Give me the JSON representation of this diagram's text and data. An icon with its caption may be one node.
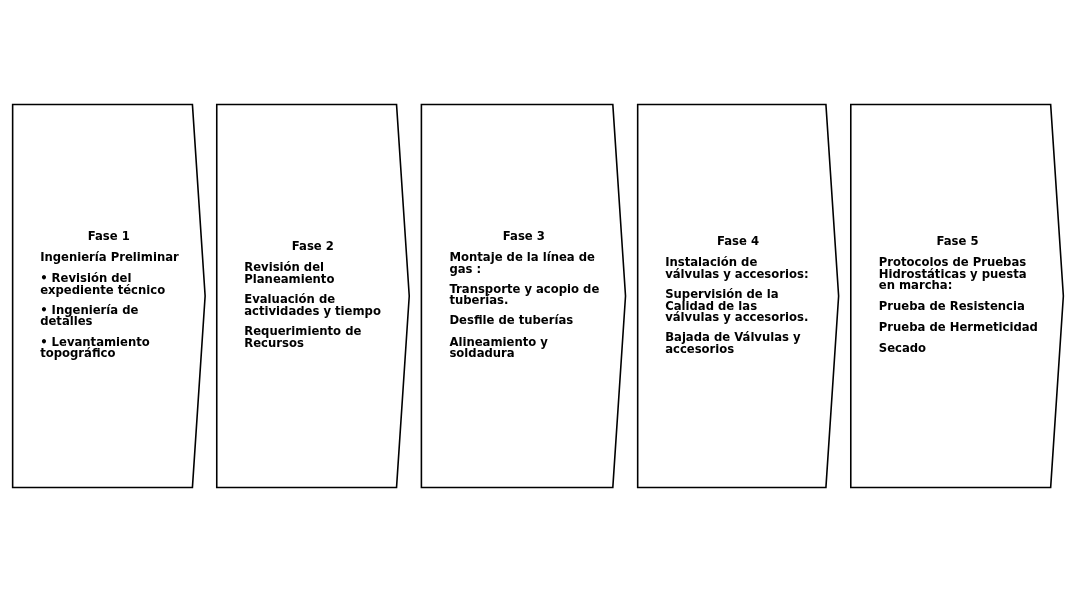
{
  "diagram": {
    "nodes": [
      {
        "text": [
          "Fase 1",
          "Ingeniería Preliminar",
          "• Revisión del expediente técnico",
          "• Ingeniería de detalles",
          "• Levantamiento topográfico"
        ]
      },
      {
        "text": [
          "Fase 2",
          "Revisión del Planeamiento",
          "Evaluación de actividades y tiempo",
          "Requerimiento de Recursos"
        ]
      },
      {
        "text": [
          "Fase 3",
          "Montaje de la línea de gas :",
          "Transporte y acopio de tuberías.",
          "Desfile de tuberías",
          "Alineamiento y soldadura"
        ]
      },
      {
        "text": [
          "Fase 4",
          "Instalación de válvulas y accesorios:",
          "Supervisión de la Calidad de las válvulas y accesorios.",
          "Bajada de Válvulas y accesorios"
        ]
      },
      {
        "text": [
          "Fase 5",
          "Protocolos de Pruebas Hidrostáticas y puesta en marcha:",
          "Prueba de Resistencia",
          "Prueba de Hermeticidad",
          "Secado"
        ]
      }
    ]
  }
}
